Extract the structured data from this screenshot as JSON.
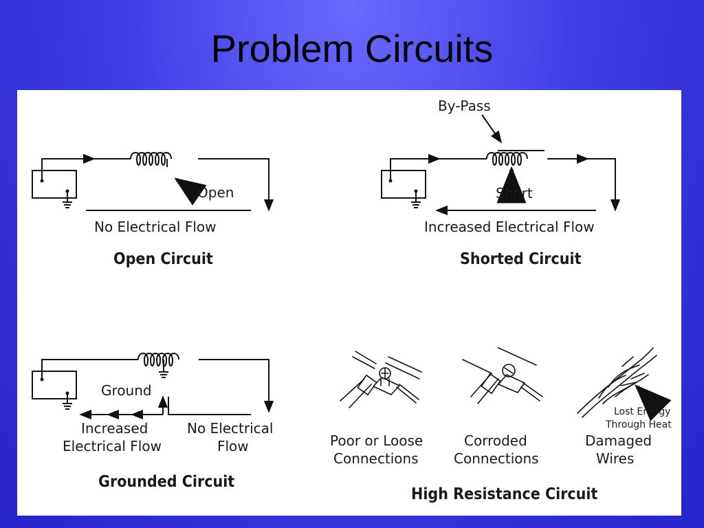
{
  "slide": {
    "title": "Problem Circuits"
  },
  "open_circuit": {
    "caption": "Open Circuit",
    "label_open": "Open",
    "label_flow": "No Electrical Flow"
  },
  "shorted_circuit": {
    "caption": "Shorted Circuit",
    "label_bypass": "By-Pass",
    "label_short": "Short",
    "label_flow": "Increased Electrical Flow"
  },
  "grounded_circuit": {
    "caption": "Grounded Circuit",
    "label_ground": "Ground",
    "label_increased_1": "Increased",
    "label_increased_2": "Electrical Flow",
    "label_no_flow_1": "No Electrical",
    "label_no_flow_2": "Flow"
  },
  "high_resistance": {
    "caption": "High Resistance Circuit",
    "poor_1": "Poor or Loose",
    "poor_2": "Connections",
    "corroded_1": "Corroded",
    "corroded_2": "Connections",
    "damaged_1": "Damaged",
    "damaged_2": "Wires",
    "lost_1": "Lost Energy",
    "lost_2": "Through Heat"
  },
  "colors": {
    "background": "#3f3fe6",
    "panel": "#ffffff",
    "ink": "#111111"
  }
}
